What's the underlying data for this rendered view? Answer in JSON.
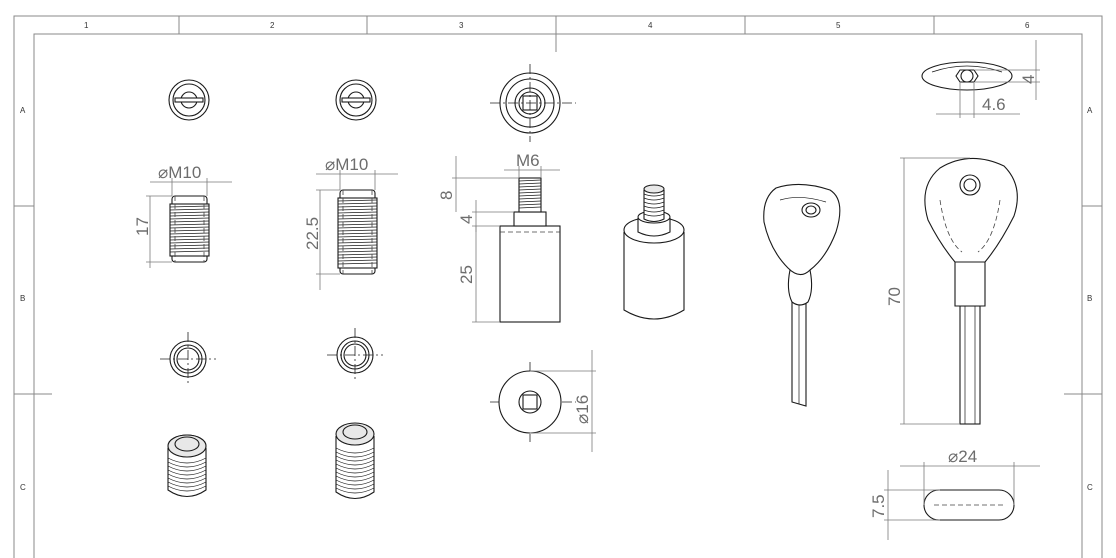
{
  "sheet": {
    "zones_top": [
      "1",
      "2",
      "3",
      "4",
      "5",
      "6"
    ],
    "zones_side": [
      "A",
      "B",
      "C"
    ]
  },
  "dimensions": {
    "set_screw_short_diameter": "⌀M10",
    "set_screw_short_length": "17",
    "set_screw_long_diameter": "⌀M10",
    "set_screw_long_length": "22.5",
    "stud_thread": "M6",
    "stud_thread_length": "8",
    "stud_collar_height": "4",
    "stud_body_height": "25",
    "stud_body_diameter": "⌀16",
    "key_hex_height": "4",
    "key_hex_width": "4.6",
    "key_length": "70",
    "ring_diameter": "⌀24",
    "ring_height": "7.5"
  },
  "colors": {
    "line": "#1a1a1a",
    "dimension": "#6d6d6d",
    "frame": "#888888"
  }
}
